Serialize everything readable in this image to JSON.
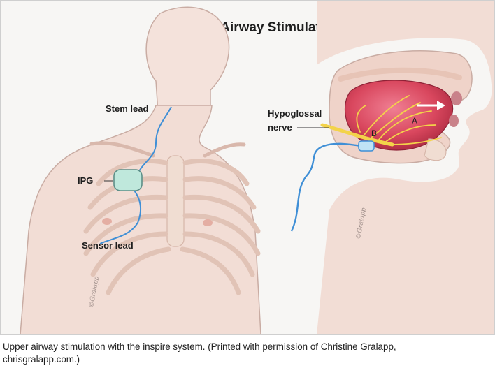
{
  "figure": {
    "title": "Upper Airway Stimulation",
    "labels": {
      "stem_lead": "Stem lead",
      "ipg": "IPG",
      "sensor_lead": "Sensor lead",
      "hypoglossal_line1": "Hypoglossal",
      "hypoglossal_line2": "nerve",
      "marker_a": "A",
      "marker_b": "B"
    },
    "signature": "©Gralapp",
    "colors": {
      "lead_blue": "#3f8fd6",
      "ipg_green": "#bfe8dc",
      "nerve_yellow": "#f3d34a",
      "tongue_red": "#d9475e",
      "skin": "#f2ddd5",
      "bone": "#f0ddd2"
    }
  },
  "caption": {
    "line1": "Upper airway stimulation with the inspire system. (Printed with permission of Christine Gralapp,",
    "line2": "chrisgralapp.com.)"
  }
}
